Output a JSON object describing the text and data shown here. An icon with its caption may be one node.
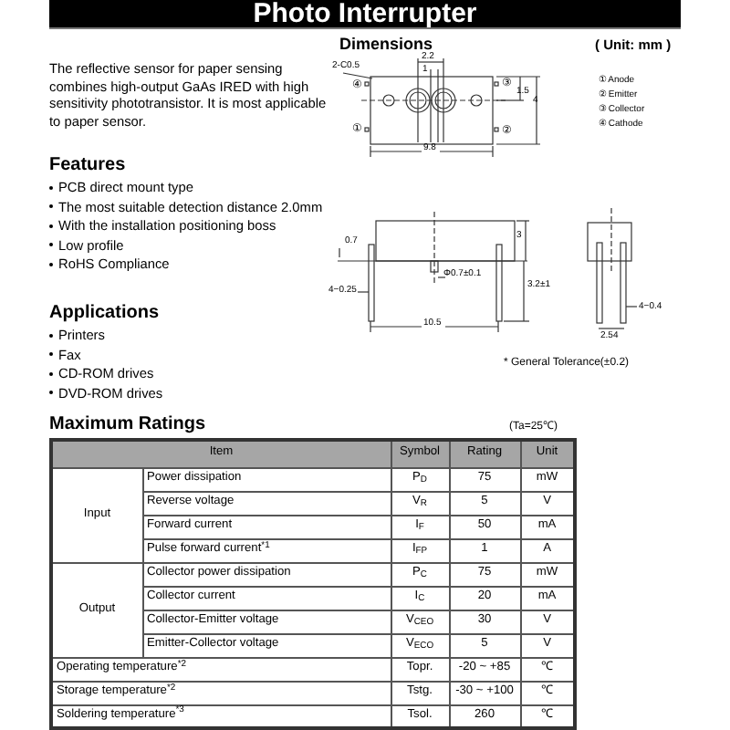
{
  "diagram": {
    "title": "Photo Interrupter",
    "labels": [
      "Dimensions",
      "( Unit: mm )",
      "The reflective sensor for paper sensing combines high-output GaAs IRED with high sensitivity phototransistor. It is most applicable to paper sensor.",
      "Features",
      "PCB direct mount type",
      "The most suitable detection distance 2.0mm",
      "With the installation positioning boss",
      "Low profile",
      "RoHS Compliance",
      "Applications",
      "Printers",
      "Fax",
      "CD-ROM drives",
      "DVD-ROM drives",
      "2-C0.5",
      "2.2",
      "1",
      "1.5",
      "4",
      "9.8",
      "④",
      "③",
      "①",
      "②",
      "① Anode",
      "② Emitter",
      "③ Collector",
      "④ Cathode",
      "0.7",
      "Φ0.7±0.1",
      "3",
      "3.2±1",
      "4−0.25",
      "10.5",
      "4−0.4",
      "2.54",
      "* General Tolerance(±0.2)",
      "Maximum Ratings",
      "(Ta=25℃)",
      "Item",
      "Symbol",
      "Rating",
      "Unit",
      "Input",
      "Power dissipation",
      "P$_{D}$",
      "75",
      "mW",
      "Reverse voltage",
      "V$_{R}$",
      "5",
      "V",
      "Forward current",
      "I$_{F}$",
      "50",
      "mA",
      "Pulse forward current$^{*1}$",
      "I$_{FP}$",
      "1",
      "A",
      "Output",
      "Collector power dissipation",
      "P$_{C}$",
      "75",
      "mW",
      "Collector current",
      "I$_{C}$",
      "20",
      "mA",
      "Collector-Emitter voltage",
      "V$_{CEO}$",
      "30",
      "V",
      "Emitter-Collector voltage",
      "V$_{ECO}$",
      "5",
      "V",
      "Operating temperature$^{*2}$",
      "Topr.",
      "-20 ~ +85",
      "℃",
      "Storage temperature$^{*2}$",
      "Tstg.",
      "-30 ~ +100",
      "℃",
      "Soldering temperature$^{*3}$",
      "Tsol.",
      "260",
      "℃"
    ]
  }
}
